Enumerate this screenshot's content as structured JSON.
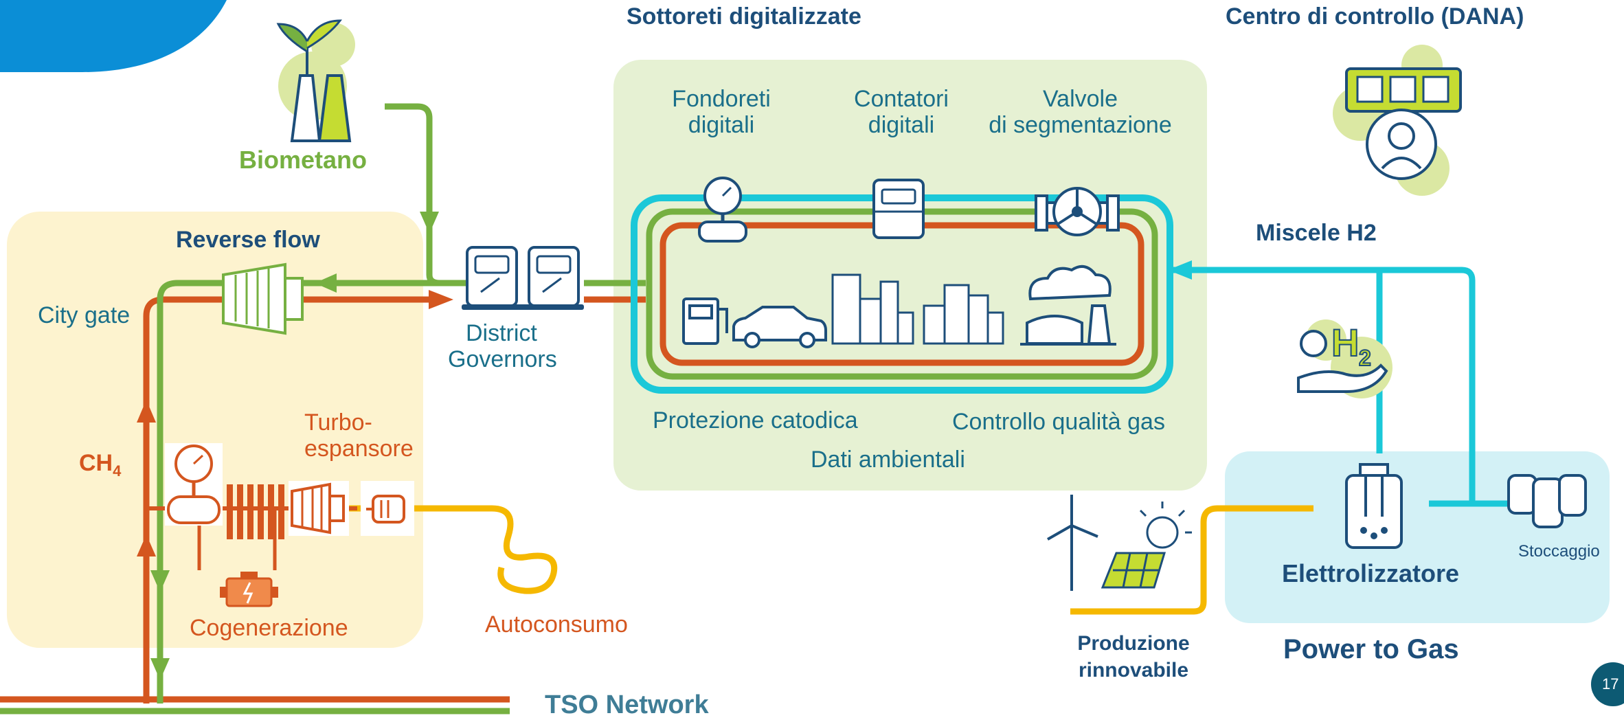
{
  "sections": {
    "sottoreti": "Sottoreti digitalizzate",
    "centro": "Centro di controllo (DANA)"
  },
  "labels": {
    "biometano": "Biometano",
    "reverse_flow": "Reverse flow",
    "city_gate": "City gate",
    "district_line1": "District",
    "district_line2": "Governors",
    "ch4": "CH",
    "ch4_sub": "4",
    "turbo_line1": "Turbo-",
    "turbo_line2": "espansore",
    "cogenerazione": "Cogenerazione",
    "autoconsumo": "Autoconsumo",
    "tso": "TSO Network",
    "miscele": "Miscele H2",
    "produzione_line1": "Produzione",
    "produzione_line2": "rinnovabile",
    "elettrolizzatore": "Elettrolizzatore",
    "stoccaggio": "Stoccaggio",
    "power_to_gas": "Power to Gas"
  },
  "digital": {
    "fondoreti_line1": "Fondoreti",
    "fondoreti_line2": "digitali",
    "contatori_line1": "Contatori",
    "contatori_line2": "digitali",
    "valvole_line1": "Valvole",
    "valvole_line2": "di segmentazione",
    "protezione": "Protezione catodica",
    "controllo": "Controllo qualità gas",
    "dati": "Dati ambientali"
  },
  "page_number": "17",
  "colors": {
    "green_pipe": "#76b041",
    "orange_pipe": "#d4561f",
    "cyan_pipe": "#1bc8d8",
    "yellow_pipe": "#f5b800",
    "navy": "#1d4e7a",
    "teal_text": "#1a6f8a",
    "zone_yellow": "#fdf3cf",
    "zone_green": "#e6f1d3",
    "zone_cyan": "#d3f1f6"
  },
  "icons": [
    "biomethane-plant-icon",
    "turbine-icon",
    "regulator-icon",
    "pressure-gauge-icon",
    "meter-icon",
    "valve-icon",
    "fuel-pump-icon",
    "car-icon",
    "city-icon",
    "factory-icon",
    "heat-exchanger-icon",
    "generator-icon",
    "engine-icon",
    "checklist-operator-icon",
    "hydrogen-hand-icon",
    "wind-turbine-icon",
    "solar-panel-icon",
    "sun-icon",
    "electrolyzer-icon",
    "storage-tanks-icon"
  ]
}
